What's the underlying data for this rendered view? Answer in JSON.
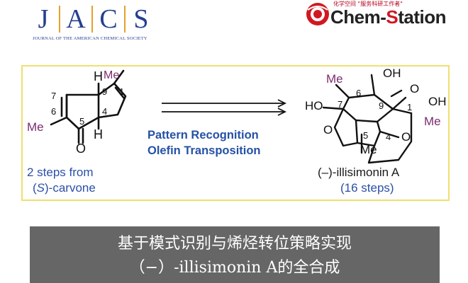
{
  "header": {
    "jacs_letters": [
      "J",
      "A",
      "C",
      "S"
    ],
    "jacs_subtitle": "JOURNAL OF THE AMERICAN CHEMICAL SOCIETY",
    "chemstation_tagline": "化学空间 \"服务科研工作者\"",
    "chemstation_name_part1": "Chem-",
    "chemstation_name_part2": "S",
    "chemstation_name_part3": "tation",
    "brand_colors": {
      "jacs_blue": "#24408f",
      "jacs_gold": "#e3a22b",
      "chemstation_red": "#d11822"
    }
  },
  "scheme": {
    "starting_material": {
      "labels": {
        "me_top": "Me",
        "me_left": "Me",
        "h_top": "H",
        "h_bottom": "H",
        "o": "O"
      },
      "locants": [
        "1",
        "4",
        "5",
        "6",
        "7",
        "9"
      ],
      "caption_line1": "2 steps from",
      "caption_line2_prefix": "(",
      "caption_line2_italic": "S",
      "caption_line2_suffix": ")-carvone"
    },
    "arrow_text_line1": "Pattern Recognition",
    "arrow_text_line2": "Olefin Transposition",
    "product": {
      "labels": {
        "me_top": "Me",
        "oh_top": "OH",
        "o_ketone": "O",
        "oh_right": "OH",
        "me_right": "Me",
        "ho_left": "HO",
        "o_left": "O",
        "o_bridge": "O",
        "me_bottom": "Me"
      },
      "locants": [
        "6",
        "7",
        "9",
        "1",
        "5",
        "4"
      ],
      "name": "(–)-illisimonin A",
      "steps": "(16 steps)"
    }
  },
  "banner": {
    "line1": "基于模式识别与烯烃转位策略实现",
    "line2": "（−）-illisimonin A的全合成"
  }
}
